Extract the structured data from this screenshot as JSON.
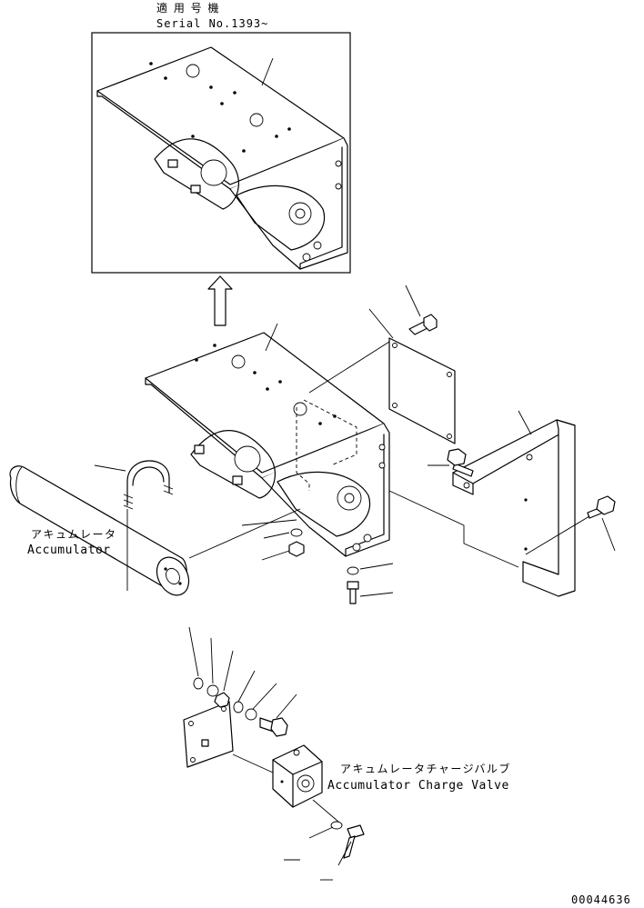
{
  "inset": {
    "applicability_label": "適 用 号 機",
    "serial_label": "Serial No.1393~"
  },
  "accumulator": {
    "label_jp": "アキュムレータ",
    "label_en": "Accumulator"
  },
  "charge_valve": {
    "label_jp": "アキュムレータチャージバルブ",
    "label_en": "Accumulator Charge Valve"
  },
  "drawing_number": "00044636"
}
